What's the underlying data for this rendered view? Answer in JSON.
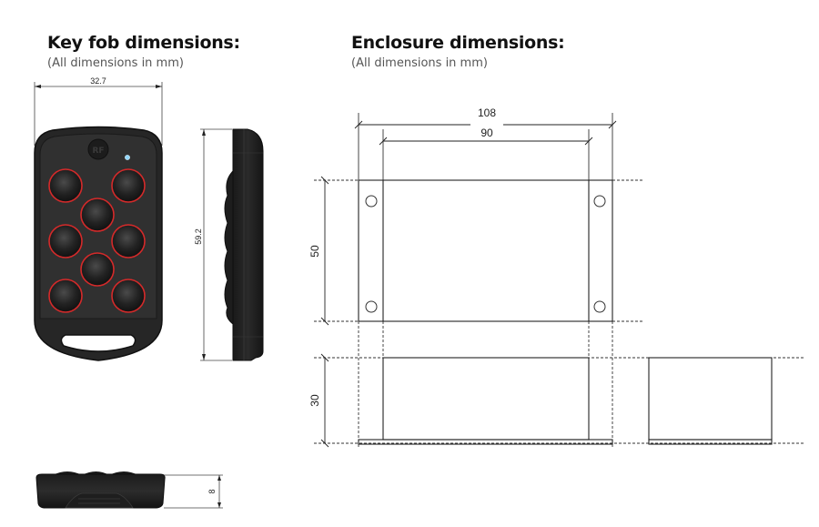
{
  "keyfob": {
    "title": "Key fob dimensions:",
    "subtitle": "(All dimensions in mm)",
    "width_label": "32.7",
    "height_label": "59.2",
    "thickness_label": "8",
    "button_count": 7,
    "colors": {
      "body": "#2b2b2b",
      "button_ring": "#d42a2a",
      "led": "#7fd0ff"
    }
  },
  "enclosure": {
    "title": "Enclosure dimensions:",
    "subtitle": "(All dimensions in mm)",
    "outer_width_label": "108",
    "inner_width_label": "90",
    "depth_label": "50",
    "height_label": "30",
    "mounting_holes": 4
  }
}
